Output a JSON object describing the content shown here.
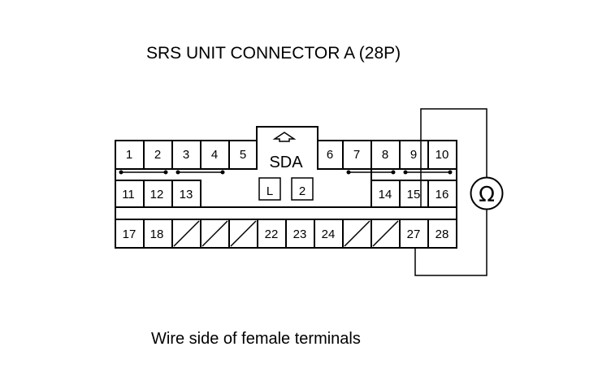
{
  "title": "SRS UNIT CONNECTOR A (28P)",
  "caption": "Wire side of female terminals",
  "connector": {
    "label": "SDA",
    "lock_mark": "L",
    "code_mark": "2",
    "row1": [
      "1",
      "2",
      "3",
      "4",
      "5",
      "6",
      "7",
      "8",
      "9",
      "10"
    ],
    "row2": [
      "11",
      "12",
      "13",
      "14",
      "15",
      "16"
    ],
    "row3": [
      "17",
      "18",
      "22",
      "23",
      "24",
      "27",
      "28"
    ],
    "unused_cavities": [
      "19",
      "20",
      "21",
      "25",
      "26"
    ]
  },
  "meter": {
    "symbol": "Ω"
  }
}
